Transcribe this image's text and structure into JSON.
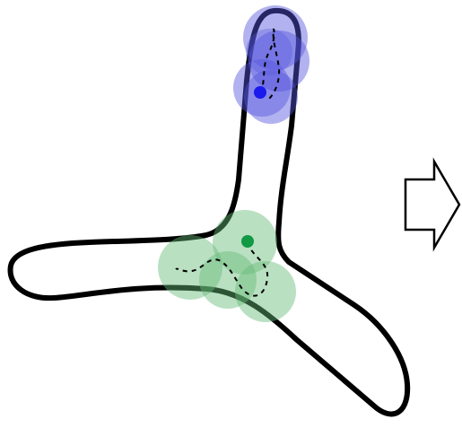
{
  "diagram": {
    "colors": {
      "outline": "#000000",
      "fill": "#ffffff",
      "blue_region": "#5555dd",
      "blue_region_opacity": 0.45,
      "blue_dot": "#1a1aee",
      "green_region": "#66bb77",
      "green_region_opacity": 0.45,
      "green_dot": "#119944",
      "path_dash": "#000000",
      "arrow_stroke": "#000000",
      "arrow_fill": "#ffffff"
    },
    "arms": [
      "top",
      "left",
      "bottom-right"
    ],
    "groups": [
      {
        "id": "blue",
        "arm": "top",
        "circle_count": 5,
        "has_dashed_path": true,
        "has_marker": true
      },
      {
        "id": "green",
        "arm": "junction",
        "circle_count": 4,
        "has_dashed_path": true,
        "has_marker": true
      }
    ],
    "arrow": {
      "direction": "right",
      "style": "outlined"
    }
  }
}
